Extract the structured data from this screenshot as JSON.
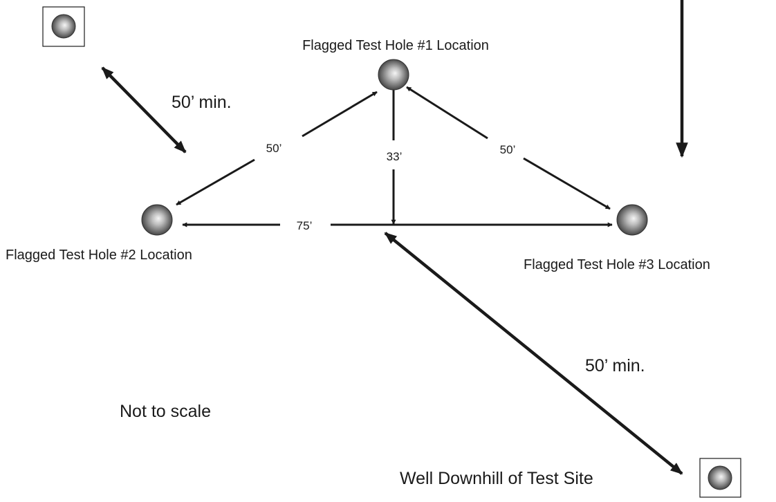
{
  "labels": {
    "hole1": "Flagged Test Hole #1 Location",
    "hole2": "Flagged Test Hole #2 Location",
    "hole3": "Flagged Test Hole #3 Location",
    "well": "Well Downhill of Test Site",
    "scale_note": "Not to scale"
  },
  "measurements": {
    "side_left": "50’",
    "side_right": "50’",
    "height": "33’",
    "base": "75’",
    "min_topleft": "50’ min.",
    "min_well": "50’ min."
  },
  "icons": {
    "hole": "test-hole-marker-icon",
    "well": "well-icon"
  },
  "colors": {
    "ink": "#1a1a1a",
    "sphere_light": "#f5f5f5",
    "sphere_dark": "#333333"
  }
}
